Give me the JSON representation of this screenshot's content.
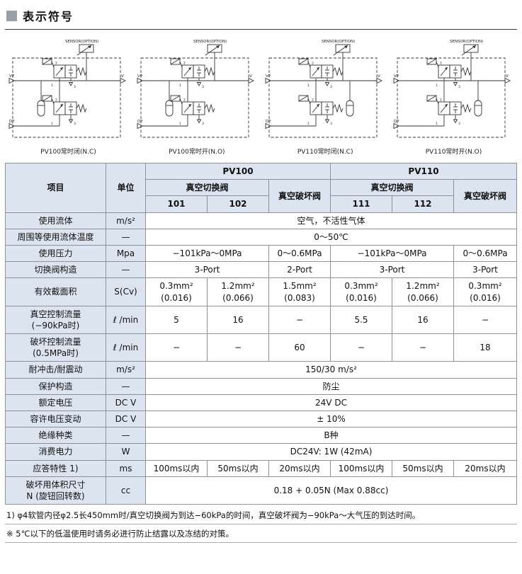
{
  "header": {
    "title": "表示符号"
  },
  "diagrams": [
    {
      "label": "PV100常时闭(N.C)",
      "sensor": "SENSOR(OPTION)",
      "capsule_side": "left",
      "ports": {
        "vp": "VP",
        "v": "V",
        "dp": "DP"
      },
      "valve_port_numbers": [
        "1",
        "2",
        "3"
      ]
    },
    {
      "label": "PV100常时开(N.O)",
      "sensor": "SENSOR(OPTION)",
      "capsule_side": "left",
      "ports": {
        "vp": "VP",
        "v": "V",
        "dp": "DP"
      },
      "valve_port_numbers": [
        "1",
        "2",
        "3"
      ]
    },
    {
      "label": "PV110常时闭(N.C)",
      "sensor": "SENSOR(OPTION)",
      "capsule_side": "right",
      "ports": {
        "vp": "VP",
        "v": "V",
        "dp": "DP"
      },
      "valve_port_numbers": [
        "1",
        "2",
        "3"
      ]
    },
    {
      "label": "PV110常时开(N.O)",
      "sensor": "SENSOR(OPTION)",
      "capsule_side": "right",
      "ports": {
        "vp": "VP",
        "v": "V",
        "dp": "DP"
      },
      "valve_port_numbers": [
        "1",
        "2",
        "3"
      ]
    }
  ],
  "table": {
    "header": {
      "item": "项目",
      "unit": "单位",
      "groups": [
        "PV100",
        "PV110"
      ],
      "switch_valve": "真空切换阀",
      "break_valve": "真空破坏阀",
      "models": [
        "101",
        "102",
        "111",
        "112"
      ]
    },
    "rows": [
      {
        "item": "使用流体",
        "unit": "m/s²",
        "cells": [
          {
            "text": "空气，不活性气体",
            "span": 6
          }
        ]
      },
      {
        "item": "周围等使用流体温度",
        "unit": "—",
        "cells": [
          {
            "text": "0～50℃",
            "span": 6
          }
        ]
      },
      {
        "item": "使用压力",
        "unit": "Mpa",
        "cells": [
          {
            "text": "−101kPa～0MPa",
            "span": 2
          },
          {
            "text": "0～0.6MPa",
            "span": 1
          },
          {
            "text": "−101kPa～0MPa",
            "span": 2
          },
          {
            "text": "0～0.6MPa",
            "span": 1
          }
        ]
      },
      {
        "item": "切换阀构造",
        "unit": "—",
        "cells": [
          {
            "text": "3-Port",
            "span": 2
          },
          {
            "text": "2-Port",
            "span": 1
          },
          {
            "text": "3-Port",
            "span": 2
          },
          {
            "text": "3-Port",
            "span": 1
          }
        ]
      },
      {
        "item": "有效截面积",
        "unit": "S(Cv)",
        "cells": [
          {
            "text": "0.3mm²\n(0.016)"
          },
          {
            "text": "1.2mm²\n(0.066)"
          },
          {
            "text": "1.5mm²\n(0.083)"
          },
          {
            "text": "0.3mm²\n(0.016)"
          },
          {
            "text": "1.2mm²\n(0.066)"
          },
          {
            "text": "0.3mm²\n(0.016)"
          }
        ]
      },
      {
        "item": "真空控制流量\n(−90kPa时)",
        "unit": "ℓ /min",
        "cells": [
          {
            "text": "5"
          },
          {
            "text": "16"
          },
          {
            "text": "−"
          },
          {
            "text": "5.5"
          },
          {
            "text": "16"
          },
          {
            "text": "−"
          }
        ]
      },
      {
        "item": "破坏控制流量\n(0.5MPa时)",
        "unit": "ℓ /min",
        "cells": [
          {
            "text": "−"
          },
          {
            "text": "−"
          },
          {
            "text": "60"
          },
          {
            "text": "−"
          },
          {
            "text": "−"
          },
          {
            "text": "18"
          }
        ]
      },
      {
        "item": "耐冲击/耐震动",
        "unit": "m/s²",
        "cells": [
          {
            "text": "150/30 m/s²",
            "span": 6
          }
        ]
      },
      {
        "item": "保护构造",
        "unit": "—",
        "cells": [
          {
            "text": "防尘",
            "span": 6
          }
        ]
      },
      {
        "item": "额定电压",
        "unit": "DC V",
        "cells": [
          {
            "text": "24V DC",
            "span": 6
          }
        ]
      },
      {
        "item": "容许电压变动",
        "unit": "DC V",
        "cells": [
          {
            "text": "± 10%",
            "span": 6
          }
        ]
      },
      {
        "item": "绝缘种类",
        "unit": "—",
        "cells": [
          {
            "text": "B种",
            "span": 6
          }
        ]
      },
      {
        "item": "消费电力",
        "unit": "W",
        "cells": [
          {
            "text": "DC24V: 1W (42mA)",
            "span": 6
          }
        ]
      },
      {
        "item": "应答特性 1)",
        "unit": "ms",
        "cells": [
          {
            "text": "100ms以内"
          },
          {
            "text": "50ms以内"
          },
          {
            "text": "20ms以内"
          },
          {
            "text": "100ms以内"
          },
          {
            "text": "50ms以内"
          },
          {
            "text": "20ms以内"
          }
        ]
      },
      {
        "item": "破坏用体积尺寸\nN (旋钮回转数)",
        "unit": "cc",
        "cells": [
          {
            "text": "0.18 + 0.05N (Max 0.88cc)",
            "span": 6
          }
        ]
      }
    ]
  },
  "footnotes": [
    "1) φ4软管内径φ2.5长450mm时/真空切换阀为到达−60kPa的时间，真空破坏阀为−90kPa～大气压的到达时间。",
    "※ 5℃以下的低温使用时请务必进行防止结露以及冻结的对策。"
  ],
  "colors": {
    "header_bg": "#dce4f0",
    "border": "#8b909a",
    "bullet": "#9aa0a6"
  }
}
